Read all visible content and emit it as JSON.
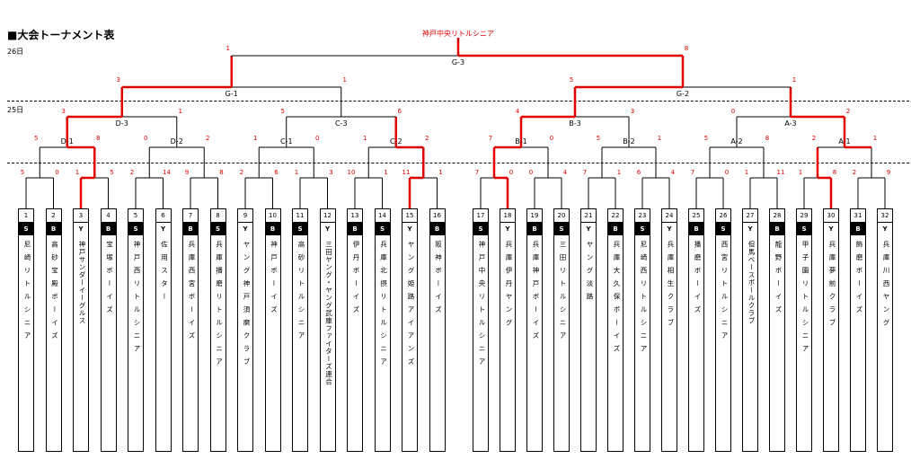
{
  "title": "■大会トーナメント表",
  "days": [
    "26日",
    "25日"
  ],
  "champion": "神戸中央リトルシニア",
  "rounds": {
    "final": {
      "label": "G-3",
      "scores": [
        "1",
        "8"
      ]
    },
    "semis": [
      {
        "label": "G-1",
        "scores": [
          "3",
          "1"
        ]
      },
      {
        "label": "G-2",
        "scores": [
          "5",
          "1"
        ]
      }
    ],
    "quarters": [
      {
        "label": "D-3",
        "scores": [
          "3",
          "1"
        ]
      },
      {
        "label": "C-3",
        "scores": [
          "5",
          "6"
        ]
      },
      {
        "label": "B-3",
        "scores": [
          "4",
          "3"
        ]
      },
      {
        "label": "A-3",
        "scores": [
          "0",
          "2"
        ]
      }
    ],
    "r2": [
      {
        "label": "D-1",
        "scores": [
          "5",
          "8"
        ]
      },
      {
        "label": "D-2",
        "scores": [
          "0",
          "2"
        ]
      },
      {
        "label": "C-1",
        "scores": [
          "1",
          "0"
        ]
      },
      {
        "label": "C-2",
        "scores": [
          "1",
          "2"
        ]
      },
      {
        "label": "B-1",
        "scores": [
          "7",
          "0"
        ]
      },
      {
        "label": "B-2",
        "scores": [
          "5",
          "1"
        ]
      },
      {
        "label": "A-2",
        "scores": [
          "5",
          "8"
        ]
      },
      {
        "label": "A-1",
        "scores": [
          "2",
          "1"
        ]
      }
    ],
    "r1_scores": [
      "5",
      "0",
      "1",
      "5",
      "2",
      "14",
      "9",
      "8",
      "2",
      "6",
      "1",
      "3",
      "10",
      "1",
      "11",
      "1",
      "7",
      "0",
      "0",
      "4",
      "7",
      "1",
      "6",
      "4",
      "7",
      "0",
      "1",
      "11",
      "1",
      "8",
      "2",
      "9"
    ]
  },
  "teams": [
    {
      "num": "1",
      "cat": "S",
      "name": "尼崎リトルシニア"
    },
    {
      "num": "2",
      "cat": "B",
      "name": "高砂宝殿ボーイズ"
    },
    {
      "num": "3",
      "cat": "Y",
      "name": "神戸サンダーイーグルス"
    },
    {
      "num": "4",
      "cat": "B",
      "name": "宝塚ボーイズ"
    },
    {
      "num": "5",
      "cat": "S",
      "name": "神戸西リトルシニア"
    },
    {
      "num": "6",
      "cat": "Y",
      "name": "佐用スター"
    },
    {
      "num": "7",
      "cat": "B",
      "name": "兵庫西宮ボーイズ"
    },
    {
      "num": "8",
      "cat": "S",
      "name": "兵庫播磨リトルシニア"
    },
    {
      "num": "9",
      "cat": "Y",
      "name": "ヤング神戸須磨クラブ"
    },
    {
      "num": "10",
      "cat": "B",
      "name": "神戸ボーイズ"
    },
    {
      "num": "11",
      "cat": "S",
      "name": "高砂リトルシニア"
    },
    {
      "num": "12",
      "cat": "Y",
      "name": "三田ヤング・ヤング武庫ファイターズ連合"
    },
    {
      "num": "13",
      "cat": "B",
      "name": "伊丹ボーイズ"
    },
    {
      "num": "14",
      "cat": "S",
      "name": "兵庫北摂リトルシニア"
    },
    {
      "num": "15",
      "cat": "Y",
      "name": "ヤング姫路アイアンズ"
    },
    {
      "num": "16",
      "cat": "B",
      "name": "阪神ボーイズ"
    },
    {
      "num": "17",
      "cat": "S",
      "name": "神戸中央リトルシニア"
    },
    {
      "num": "18",
      "cat": "Y",
      "name": "兵庫伊丹ヤング"
    },
    {
      "num": "19",
      "cat": "B",
      "name": "兵庫神戸ボーイズ"
    },
    {
      "num": "20",
      "cat": "S",
      "name": "三田リトルシニア"
    },
    {
      "num": "21",
      "cat": "Y",
      "name": "ヤング淡路"
    },
    {
      "num": "22",
      "cat": "B",
      "name": "兵庫大久保ボーイズ"
    },
    {
      "num": "23",
      "cat": "S",
      "name": "尼崎西リトルシニア"
    },
    {
      "num": "24",
      "cat": "Y",
      "name": "兵庫相生クラブ"
    },
    {
      "num": "25",
      "cat": "B",
      "name": "播磨ボーイズ"
    },
    {
      "num": "26",
      "cat": "S",
      "name": "西宮リトルシニア"
    },
    {
      "num": "27",
      "cat": "Y",
      "name": "但馬ベースボールクラブ"
    },
    {
      "num": "28",
      "cat": "B",
      "name": "龍野ボーイズ"
    },
    {
      "num": "29",
      "cat": "S",
      "name": "甲子園リトルシニア"
    },
    {
      "num": "30",
      "cat": "Y",
      "name": "兵庫夢前クラブ"
    },
    {
      "num": "31",
      "cat": "B",
      "name": "飾磨ボーイズ"
    },
    {
      "num": "32",
      "cat": "Y",
      "name": "兵庫川西ヤング"
    }
  ],
  "highlight_color": "#e00000",
  "line_color": "#000000"
}
